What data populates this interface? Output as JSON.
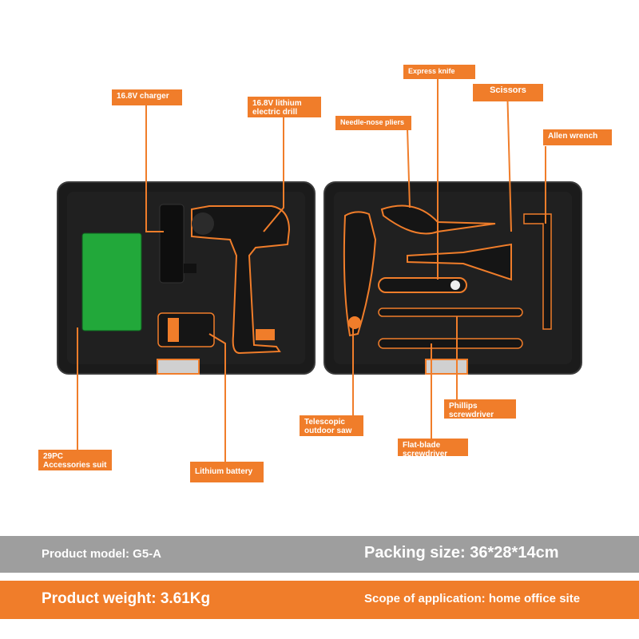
{
  "callouts": {
    "charger": "16.8V charger",
    "drill": "16.8V lithium electric drill",
    "express_knife": "Express knife",
    "scissors": "Scissors",
    "pliers": "Needle-nose pliers",
    "allen_wrench": "Allen wrench",
    "saw": "Telescopic outdoor saw",
    "phillips": "Phillips screwdriver",
    "flat_blade": "Flat-blade screwdriver",
    "accessories": "29PC Accessories suit",
    "battery": "Lithium battery"
  },
  "specs": {
    "model": "Product model: G5-A",
    "packing": "Packing size: 36*28*14cm",
    "weight": "Product weight: 3.61Kg",
    "scope": "Scope of application: home office site"
  },
  "colors": {
    "accent": "#f07d2a",
    "gray_bar": "#9e9e9e",
    "case": "#1c1c1c",
    "accessory_tray": "#22a83a"
  }
}
